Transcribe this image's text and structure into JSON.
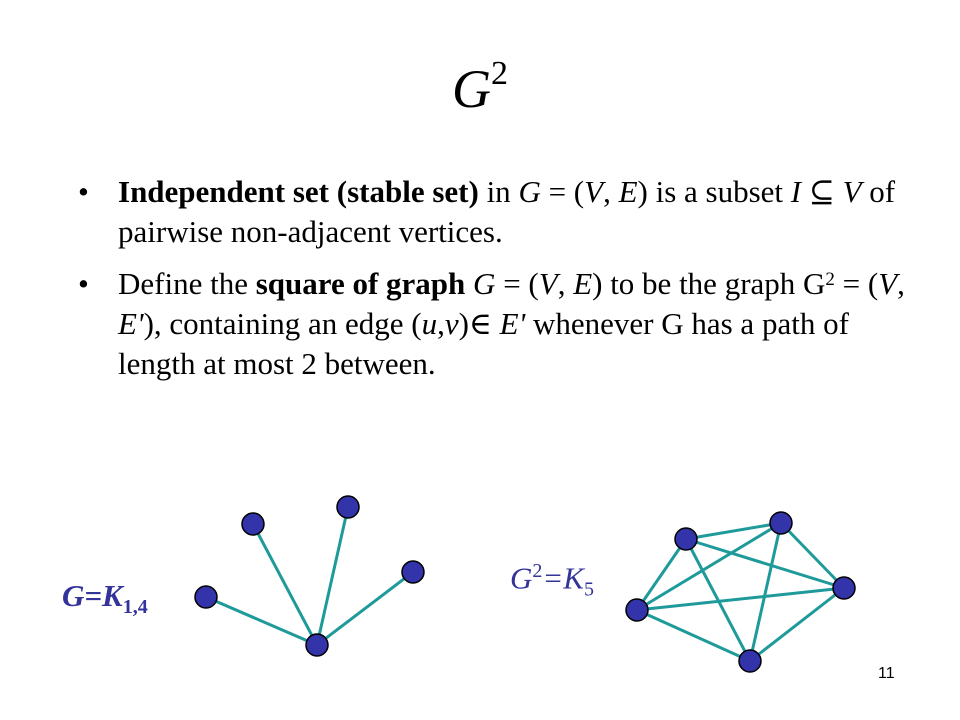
{
  "title": {
    "base": "G",
    "exp": "2"
  },
  "bullets": {
    "b1": {
      "bold": "Independent set (stable set)",
      "t1": " in ",
      "G": "G",
      "t2": " = (",
      "V": "V",
      "t3": ", ",
      "E": "E",
      "t4": ") is a subset ",
      "I": "I",
      "subset": " ⊆ ",
      "V2": "V",
      "t5": " of pairwise non-adjacent vertices."
    },
    "b2": {
      "t0": "Define the ",
      "bold": "square of graph",
      "t1": " ",
      "G": "G",
      "t2": " = (",
      "V": "V",
      "t3": ", ",
      "E": "E",
      "t4": ") to be the graph ",
      "G2": "G",
      "exp": "2",
      "t5": " = (",
      "V2": "V",
      "t6": ", ",
      "E2": "E'",
      "t7": "), containing an edge (",
      "u": "u",
      "comma": ",",
      "v": "v",
      "t8": ")∈ ",
      "E3": "E'",
      "t9": " whenever G has a path of length at most 2 between."
    }
  },
  "labels": {
    "left": {
      "text": "G=K",
      "sub": "1,4"
    },
    "right": {
      "g": "G",
      "sup": "2",
      "eq": "=K",
      "sub": "5"
    }
  },
  "colors": {
    "node": "#3333aa",
    "edge": "#1f9a9a",
    "label": "#33339a"
  },
  "page_number": "11"
}
